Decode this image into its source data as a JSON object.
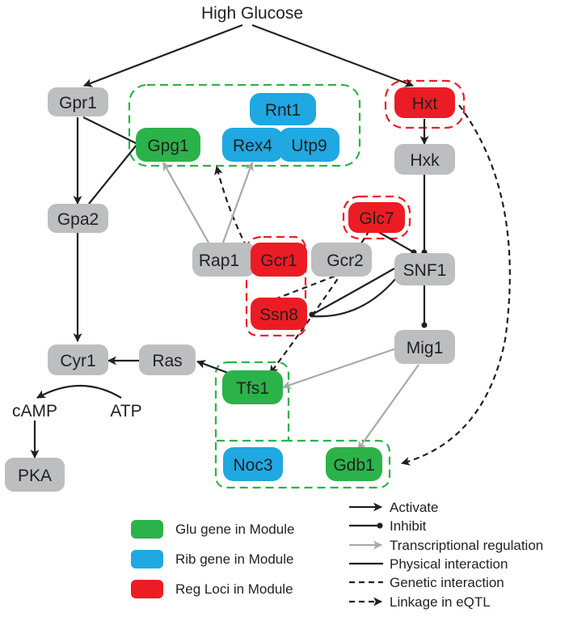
{
  "colors": {
    "gene_gray": "#bcbec0",
    "glu_green": "#2bb34a",
    "rib_blue": "#1fa8e1",
    "reg_red": "#ec1c24",
    "module_dash": "#2bb34a",
    "reg_dash": "#ec1c24",
    "edge_black": "#231f20",
    "edge_gray": "#a7a9ac"
  },
  "diagram": {
    "title": "High Glucose",
    "nodes": {
      "gpr1": "Gpr1",
      "gpg1": "Gpg1",
      "rnt1": "Rnt1",
      "rex4": "Rex4",
      "utp9": "Utp9",
      "hxt": "Hxt",
      "hxk": "Hxk",
      "gpa2": "Gpa2",
      "glc7": "Glc7",
      "rap1": "Rap1",
      "gcr1": "Gcr1",
      "gcr2": "Gcr2",
      "snf1": "SNF1",
      "ssn8": "Ssn8",
      "cyr1": "Cyr1",
      "ras": "Ras",
      "mig1": "Mig1",
      "tfs1": "Tfs1",
      "camp": "cAMP",
      "atp": "ATP",
      "pka": "PKA",
      "noc3": "Noc3",
      "gdb1": "Gdb1"
    }
  },
  "legend": {
    "module": [
      {
        "label": "Glu gene in Module",
        "color": "#2bb34a"
      },
      {
        "label": "Rib gene in Module",
        "color": "#1fa8e1"
      },
      {
        "label": "Reg Loci in Module",
        "color": "#ec1c24"
      }
    ],
    "edges": {
      "activate": "Activate",
      "inhibit": "Inhibit",
      "transcriptional": "Transcriptional regulation",
      "physical": "Physical interaction",
      "genetic": "Genetic interaction",
      "linkage": "Linkage in eQTL"
    }
  }
}
